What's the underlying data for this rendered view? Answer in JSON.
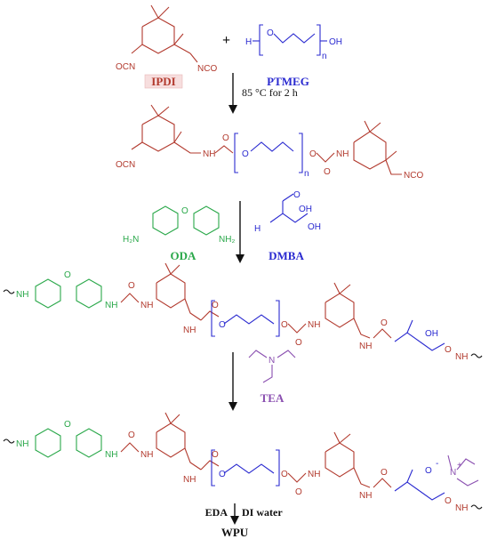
{
  "reagents": {
    "ipdi": "IPDI",
    "ptmeg": "PTMEG",
    "oda": "ODA",
    "dmba": "DMBA",
    "tea": "TEA",
    "wpu": "WPU"
  },
  "conditions": {
    "step1": "85 °C for 2 h",
    "step4_left": "EDA",
    "step4_right": "DI water"
  },
  "symbols": {
    "plus": "+"
  },
  "atoms": {
    "nco": "NCO",
    "ocn": "OCN",
    "h": "H",
    "oh": "OH",
    "o": "O",
    "n": "n",
    "nh": "NH",
    "h2n": "H₂N",
    "nh2": "NH₂",
    "n_plus": "N",
    "plus_sign": "+",
    "minus_sign": "-"
  },
  "colors": {
    "ipdi": "#b23a2e",
    "ptmeg": "#2a2ad0",
    "oda": "#2aa84a",
    "tea": "#8a4fb0",
    "arrow": "#111111"
  }
}
